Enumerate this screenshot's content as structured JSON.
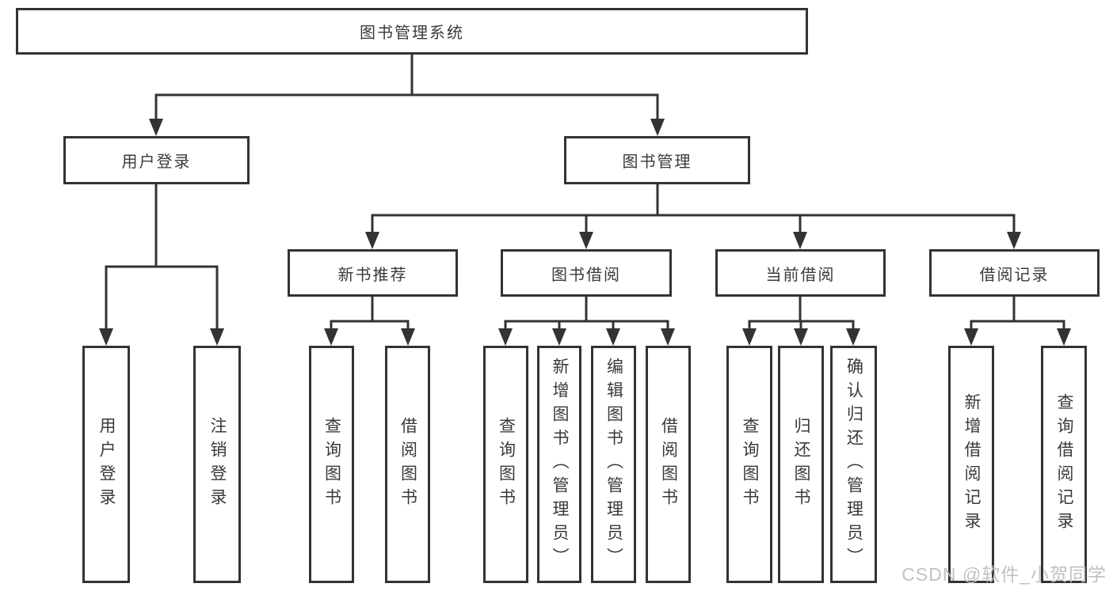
{
  "diagram": {
    "watermark": "CSDN @软件_小贺同学",
    "colors": {
      "line": "#333333",
      "background": "#ffffff",
      "watermark": "#bebebe"
    },
    "tree": {
      "label": "图书管理系统",
      "children": [
        {
          "label": "用户登录",
          "children": [
            {
              "label": "用户登录"
            },
            {
              "label": "注销登录"
            }
          ]
        },
        {
          "label": "图书管理",
          "children": [
            {
              "label": "新书推荐",
              "children": [
                {
                  "label": "查询图书"
                },
                {
                  "label": "借阅图书"
                }
              ]
            },
            {
              "label": "图书借阅",
              "children": [
                {
                  "label": "查询图书"
                },
                {
                  "label": "新增图书（管理员）"
                },
                {
                  "label": "编辑图书（管理员）"
                },
                {
                  "label": "借阅图书"
                }
              ]
            },
            {
              "label": "当前借阅",
              "children": [
                {
                  "label": "查询图书"
                },
                {
                  "label": "归还图书"
                },
                {
                  "label": "确认归还（管理员）"
                }
              ]
            },
            {
              "label": "借阅记录",
              "children": [
                {
                  "label": "新增借阅记录"
                },
                {
                  "label": "查询借阅记录"
                }
              ]
            }
          ]
        }
      ]
    }
  }
}
